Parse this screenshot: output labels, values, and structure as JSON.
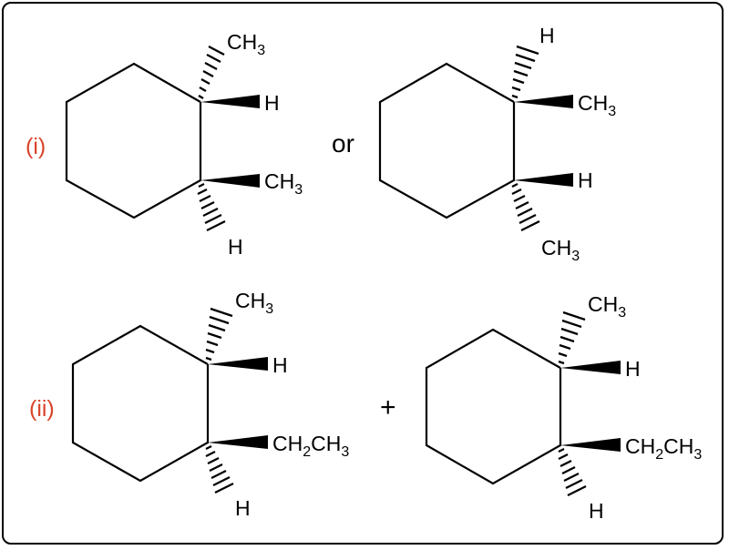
{
  "labels": {
    "part_i": "(i)",
    "part_ii": "(ii)",
    "or_word": "or",
    "plus_sign": "+"
  },
  "atoms": {
    "h": "H",
    "c": "C",
    "h_sub3": "3",
    "h_sub2": "2"
  },
  "colors": {
    "label_accent": "#d9432a",
    "ink": "#000000"
  }
}
